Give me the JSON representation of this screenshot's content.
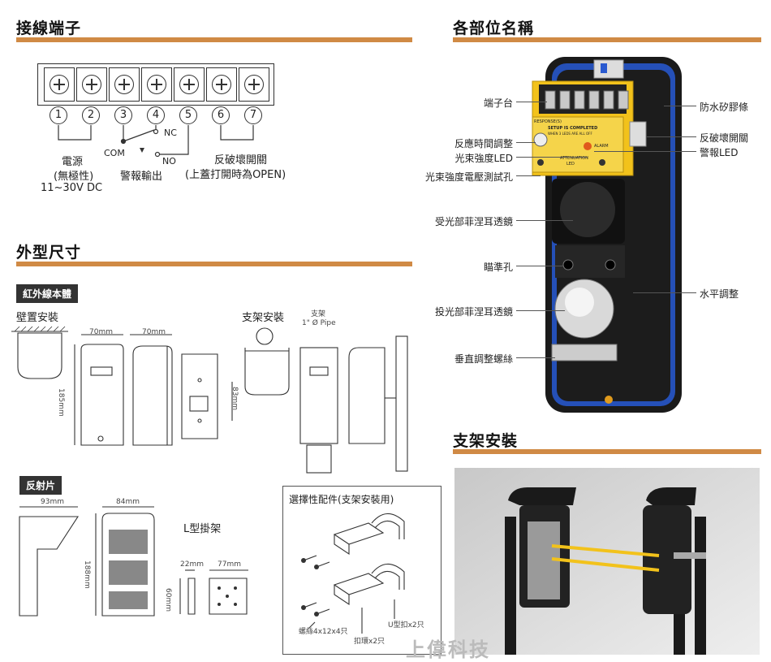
{
  "sections": {
    "terminals": "接線端子",
    "parts": "各部位名稱",
    "dimensions": "外型尺寸",
    "bracket_install": "支架安裝"
  },
  "terminal_numbers": [
    "1",
    "2",
    "3",
    "4",
    "5",
    "6",
    "7"
  ],
  "terminal_labels": {
    "power_line1": "電源",
    "power_line2": "(無極性)",
    "power_line3": "11~30V DC",
    "com": "COM",
    "nc": "NC",
    "no": "NO",
    "alarm_output": "警報輸出",
    "tamper_line1": "反破壞開關",
    "tamper_line2": "(上蓋打開時為OPEN)"
  },
  "dim": {
    "body_tag": "紅外線本體",
    "wall_mount": "壁置安裝",
    "bracket_mount": "支架安裝",
    "support": "支架",
    "pipe": "1\" Ø Pipe",
    "w70a": "70mm",
    "w70b": "70mm",
    "h185": "185mm",
    "h83": "83mm",
    "reflector_tag": "反射片",
    "w93": "93mm",
    "w84": "84mm",
    "h188": "188mm",
    "l_bracket": "L型掛架",
    "w22": "22mm",
    "w77": "77mm",
    "h60": "60mm"
  },
  "accessories": {
    "title": "選擇性配件(支架安裝用)",
    "screws": "螺絲4x12x4只",
    "clamp": "扣環x2只",
    "u_clamp": "U型扣x2只"
  },
  "parts_left": [
    "端子台",
    "反應時間調整",
    "光束強度LED",
    "光束強度電壓測試孔",
    "受光部菲涅耳透鏡",
    "瞄準孔",
    "投光部菲涅耳透鏡",
    "垂直調整螺絲"
  ],
  "parts_right": [
    "防水矽膠條",
    "反破壞開關",
    "警報LED",
    "水平調整"
  ],
  "device_text": {
    "setup": "SETUP IS COMPLETED",
    "setup2": "WHEN 3 LEDS ARE ALL OFF",
    "resp": "RESPONSE(S)",
    "attn": "ATTENUATION",
    "led": "LED",
    "alarm": "ALARM"
  },
  "watermark": "上偉科技",
  "colors": {
    "accent_bar": "#d08a45",
    "blue_frame": "#2550b8",
    "yellow_board": "#f2c21b"
  }
}
